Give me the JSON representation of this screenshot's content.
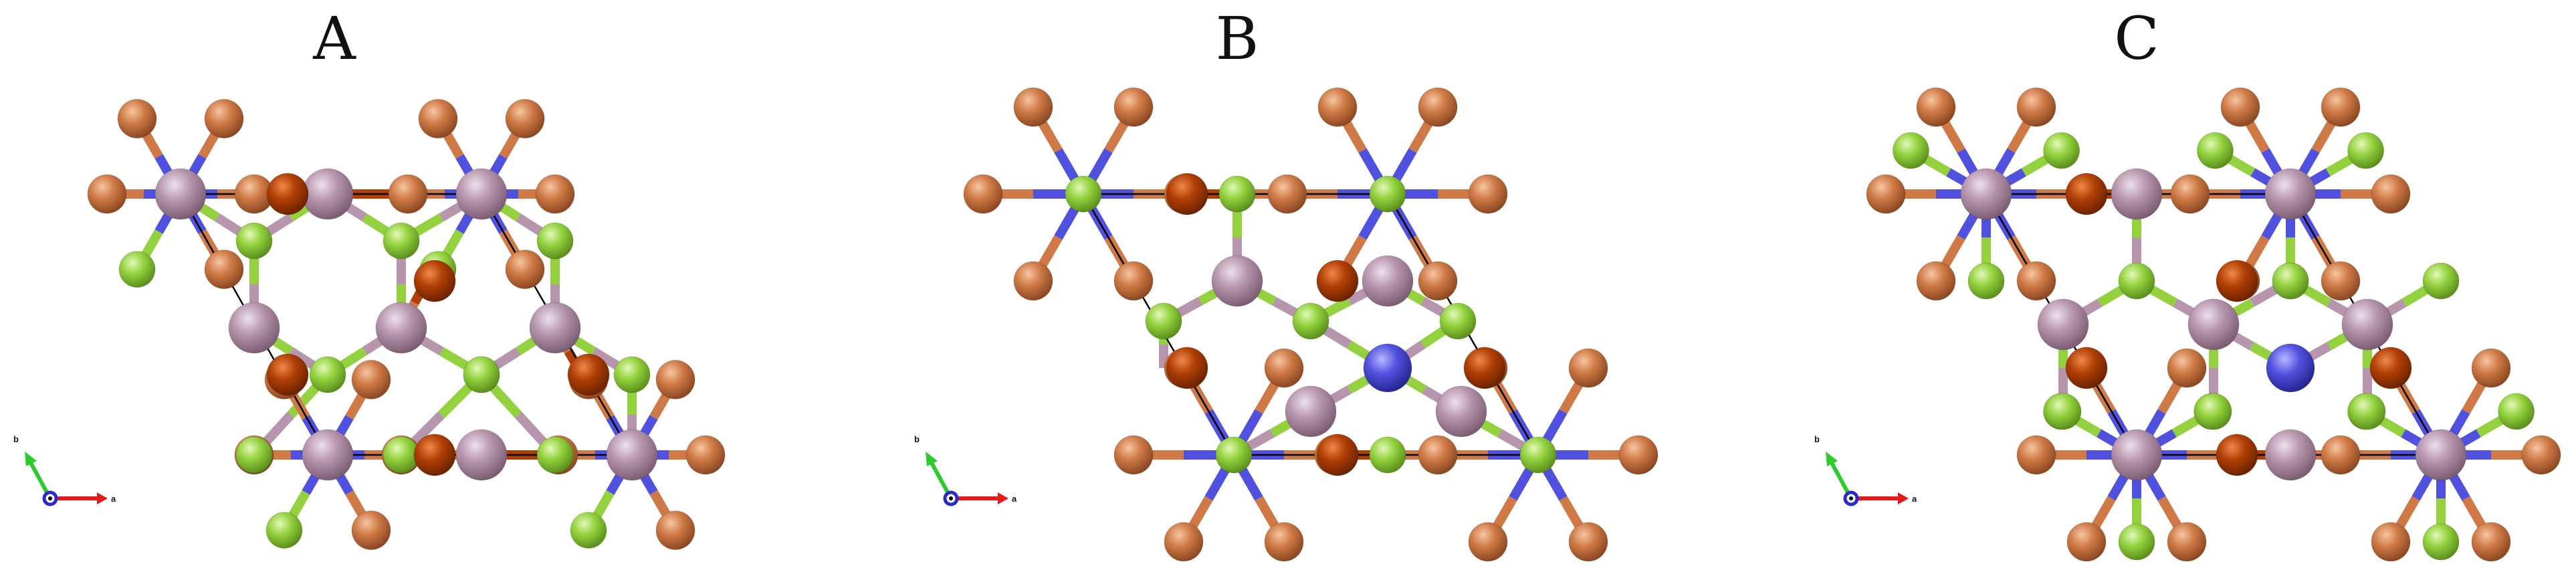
{
  "figure": {
    "panels": [
      {
        "label": "A",
        "axes": {
          "b": "b",
          "a": "a"
        }
      },
      {
        "label": "B",
        "axes": {
          "b": "b",
          "a": "a"
        }
      },
      {
        "label": "C",
        "axes": {
          "b": "b",
          "a": "a"
        }
      }
    ],
    "colors": {
      "orange": "#cf7a46",
      "rust": "#b13f05",
      "green": "#93d23e",
      "mauve": "#b695ad",
      "blue": "#5151e0",
      "axis_a": "#e41b1b",
      "axis_b": "#2ccb2c",
      "axis_c": "#2a2ac8",
      "cell_line": "#000000"
    },
    "legend_icons": [
      "axis-triad-icon"
    ]
  }
}
